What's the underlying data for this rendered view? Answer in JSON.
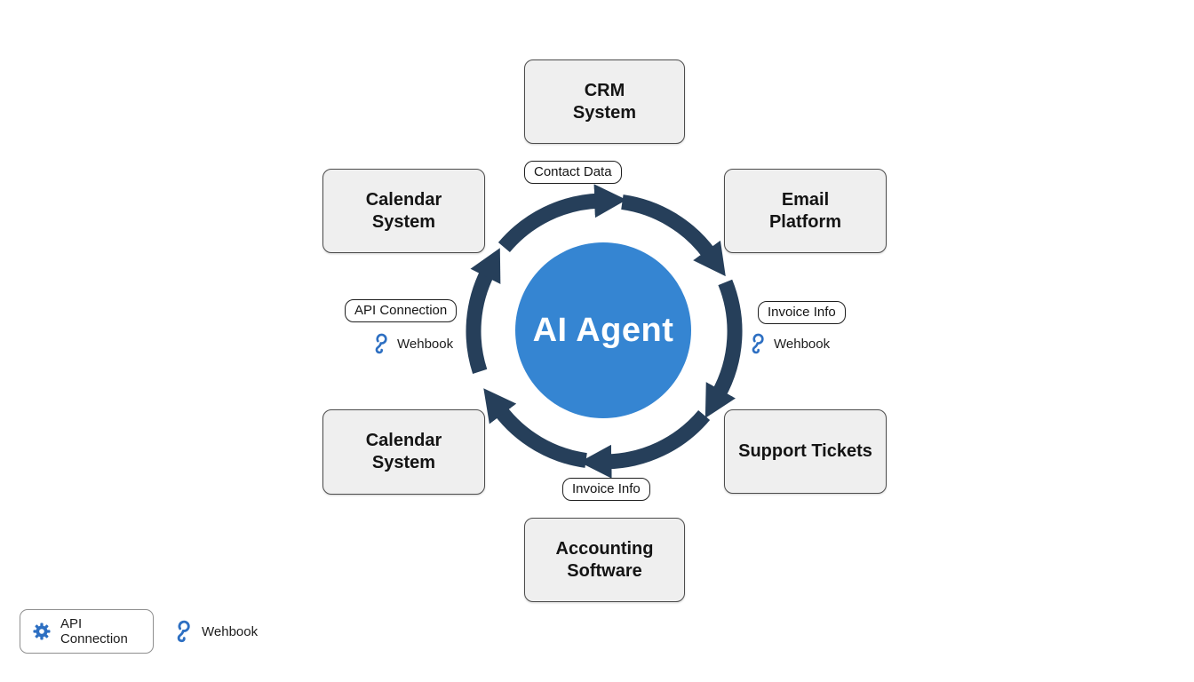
{
  "colors": {
    "agent_blue": "#3585d2",
    "arrow_navy": "#263f5a",
    "icon_blue": "#2d6fc2",
    "node_fill": "#efefef",
    "node_border": "#4d4d4d"
  },
  "agent": {
    "label": "AI Agent"
  },
  "systems": {
    "crm": "CRM\nSystem",
    "email": "Email\nPlatform",
    "calendar_top": "Calendar\nSystem",
    "calendar_bottom": "Calendar\nSystem",
    "support": "Support Tickets",
    "accounting": "Accounting\nSoftware"
  },
  "labels": {
    "contact_data": "Contact Data",
    "api_connection": "API Connection",
    "invoice_info_right": "Invoice Info",
    "invoice_info_bottom": "Invoice Info",
    "webhook_left": "Wehbook",
    "webhook_right": "Wehbook"
  },
  "legend": {
    "api_connection": "API Connection",
    "webhook": "Wehbook"
  }
}
